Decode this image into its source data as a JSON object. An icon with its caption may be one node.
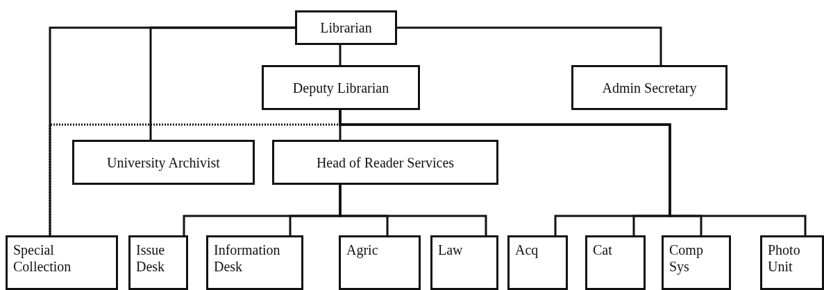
{
  "diagram": {
    "nodes": [
      {
        "text": [
          "Librarian"
        ]
      },
      {
        "text": [
          "Deputy Librarian"
        ]
      },
      {
        "text": [
          "Admin Secretary"
        ]
      },
      {
        "text": [
          "University Archivist"
        ]
      },
      {
        "text": [
          "Head of Reader Services"
        ]
      },
      {
        "text": [
          "Special Collection"
        ]
      },
      {
        "text": [
          "Issue Desk"
        ]
      },
      {
        "text": [
          "Information Desk"
        ]
      },
      {
        "text": [
          "Agric"
        ]
      },
      {
        "text": [
          "Law"
        ]
      },
      {
        "text": [
          "Acq"
        ]
      },
      {
        "text": [
          "Cat"
        ]
      },
      {
        "text": [
          "Comp Sys"
        ]
      },
      {
        "text": [
          "Photo Unit"
        ]
      }
    ],
    "edges": [
      {
        "from": 0,
        "to": 5,
        "arrow": "none"
      },
      {
        "from": 0,
        "to": 3,
        "arrow": "none"
      },
      {
        "from": 0,
        "to": 1,
        "arrow": "none"
      },
      {
        "from": 0,
        "to": 2,
        "arrow": "none"
      },
      {
        "from": 1,
        "to": 4,
        "arrow": "none"
      },
      {
        "from": 1,
        "to": 5,
        "arrow": "none",
        "style": "dashed"
      },
      {
        "from": 1,
        "to": 10,
        "arrow": "none"
      },
      {
        "from": 1,
        "to": 11,
        "arrow": "none"
      },
      {
        "from": 1,
        "to": 12,
        "arrow": "none"
      },
      {
        "from": 1,
        "to": 13,
        "arrow": "none"
      },
      {
        "from": 4,
        "to": 6,
        "arrow": "none"
      },
      {
        "from": 4,
        "to": 7,
        "arrow": "none"
      },
      {
        "from": 4,
        "to": 8,
        "arrow": "none"
      },
      {
        "from": 4,
        "to": 9,
        "arrow": "none"
      }
    ]
  }
}
